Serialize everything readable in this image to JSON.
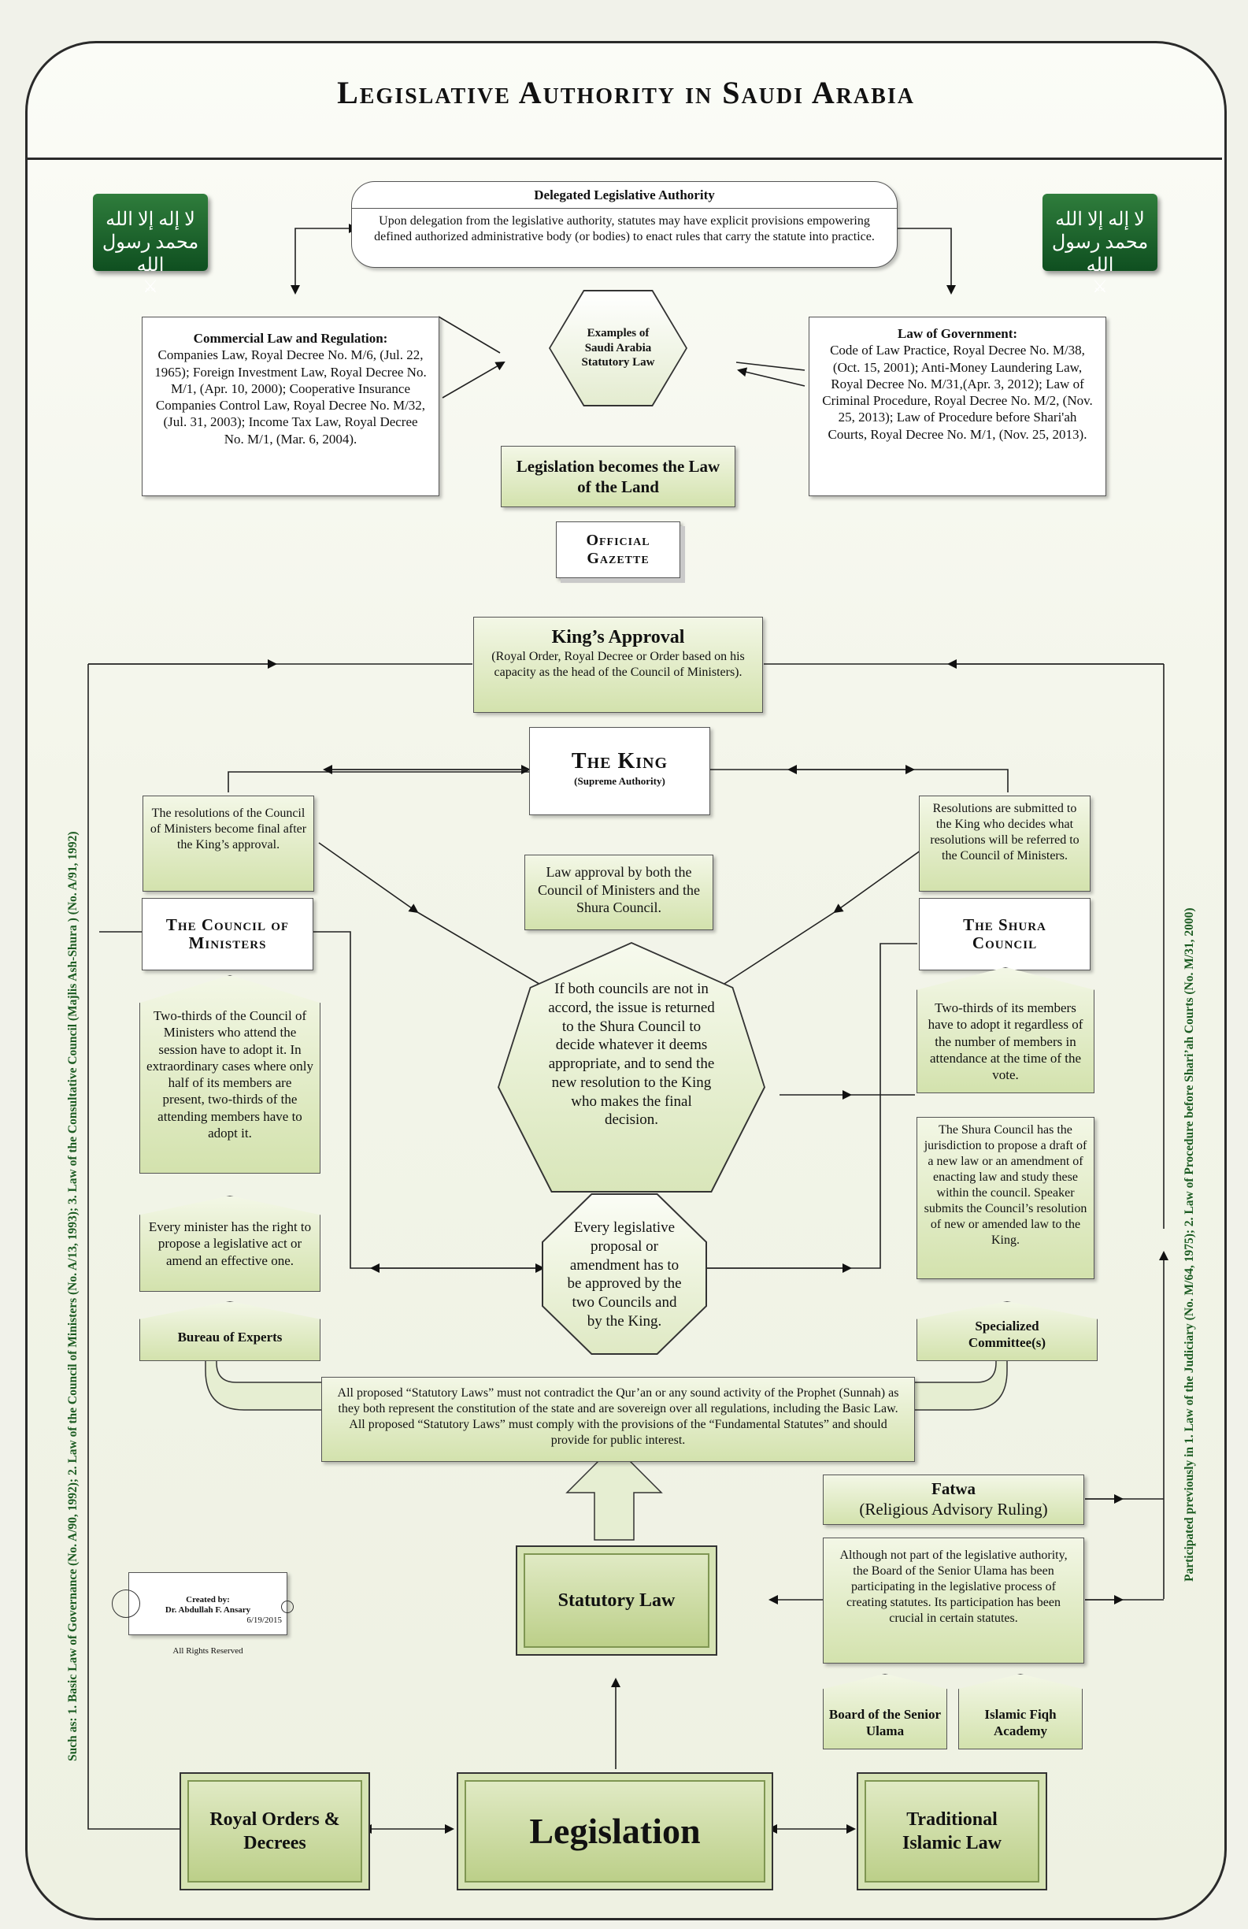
{
  "title": "Legislative Authority in Saudi Arabia",
  "flags": {
    "left_icon": "saudi-flag-icon",
    "right_icon": "saudi-flag-icon",
    "shahada": "لا إله إلا الله محمد رسول الله",
    "sword": "⚔"
  },
  "delegated": {
    "title": "Delegated Legislative Authority",
    "text": "Upon delegation from the legislative authority, statutes may have explicit provisions empowering defined authorized administrative body (or bodies) to enact rules that carry the statute into practice."
  },
  "commercial": {
    "title": "Commercial Law and Regulation:",
    "text": "Companies Law, Royal Decree No.  M/6, (Jul. 22, 1965); Foreign Investment Law, Royal Decree No. M/1, (Apr. 10, 2000); Cooperative Insurance Companies Control Law, Royal Decree No. M/32, (Jul. 31, 2003); Income Tax Law, Royal Decree No. M/1, (Mar. 6, 2004)."
  },
  "examples": "Examples of Saudi Arabia Statutory Law",
  "government": {
    "title": "Law of Government:",
    "text": "Code of Law Practice, Royal Decree No. M/38, (Oct. 15, 2001); Anti-Money Laundering Law, Royal Decree No. M/31,(Apr. 3, 2012); Law of Criminal Procedure, Royal Decree No. M/2, (Nov. 25, 2013); Law of Procedure before Shari'ah Courts, Royal Decree No. M/1, (Nov. 25, 2013)."
  },
  "law_of_land": "Legislation becomes the Law of the Land",
  "gazette": "Official Gazette",
  "kings_approval": {
    "title": "King’s Approval",
    "text": "(Royal Order, Royal Decree or Order based on his capacity as the head of the Council of Ministers)."
  },
  "king": {
    "title": "The King",
    "sub": "(Supreme Authority)"
  },
  "resolutions_final": "The resolutions of the Council of Ministers become final after the King’s approval.",
  "resolutions_submitted": "Resolutions are submitted to the King who decides what resolutions will be referred to the Council of Ministers.",
  "law_approval": "Law approval by both the Council of Ministers and the Shura Council.",
  "council_ministers": "The Council of Ministers",
  "shura": "The Shura Council",
  "accord": "If both councils are not in accord, the issue is returned to the Shura Council to decide whatever it deems appropriate, and to send the new resolution to the King who makes the final decision.",
  "two_thirds_council": "Two-thirds of the Council of Ministers who attend the session have to adopt it. In extraordinary cases where only half of its members are present, two-thirds of the attending members have to adopt it.",
  "two_thirds_shura": "Two-thirds of its members have to adopt it regardless of the number of members in attendance at the time of the vote.",
  "shura_jurisdiction": "The Shura Council has the jurisdiction to propose a draft of a new law or an amendment of enacting law and study these within the council. Speaker submits the Council’s resolution of new or amended law to the King.",
  "every_minister": "Every minister  has the right to propose a legislative act or amend an effective one.",
  "every_proposal": "Every legislative proposal or amendment has to be approved by the two Councils and by the King.",
  "bureau": "Bureau of Experts",
  "committees": "Specialized Committee(s)",
  "statutory_note": "All proposed “Statutory Laws” must not contradict the Qur’an or any sound activity of the Prophet (Sunnah) as they both represent the constitution of the state and are sovereign over all regulations, including the Basic Law. All proposed “Statutory Laws” must comply with the provisions of the “Fundamental Statutes” and should provide for public interest.",
  "fatwa": {
    "title": "Fatwa",
    "sub": "(Religious Advisory Ruling)"
  },
  "ulama_note": "Although not part of the legislative authority, the Board of the Senior Ulama has been participating in the legislative process of creating statutes. Its participation has been crucial in certain statutes.",
  "statutory_law": "Statutory Law",
  "board_ulama": "Board of the Senior Ulama",
  "fiqh": "Islamic Fiqh Academy",
  "royal_orders": "Royal Orders & Decrees",
  "legislation": "Legislation",
  "traditional": "Traditional Islamic Law",
  "credit": {
    "created": "Created by:",
    "author": "Dr. Abdullah F. Ansary",
    "date": "6/19/2015",
    "rights": "All Rights Reserved"
  },
  "left_vertical": "Such as: 1. Basic Law of Governance (No. A/90, 1992); 2. Law of the Council of Ministers (No. A/13, 1993); 3. Law of the Consultative Council (Majlis Ash-Shura ) (No. A/91, 1992)",
  "right_vertical": "Participated previously in 1. Law of the Judiciary (No. M/64, 1975); 2. Law of Procedure before Shari’ah Courts (No. M/31, 2000)"
}
